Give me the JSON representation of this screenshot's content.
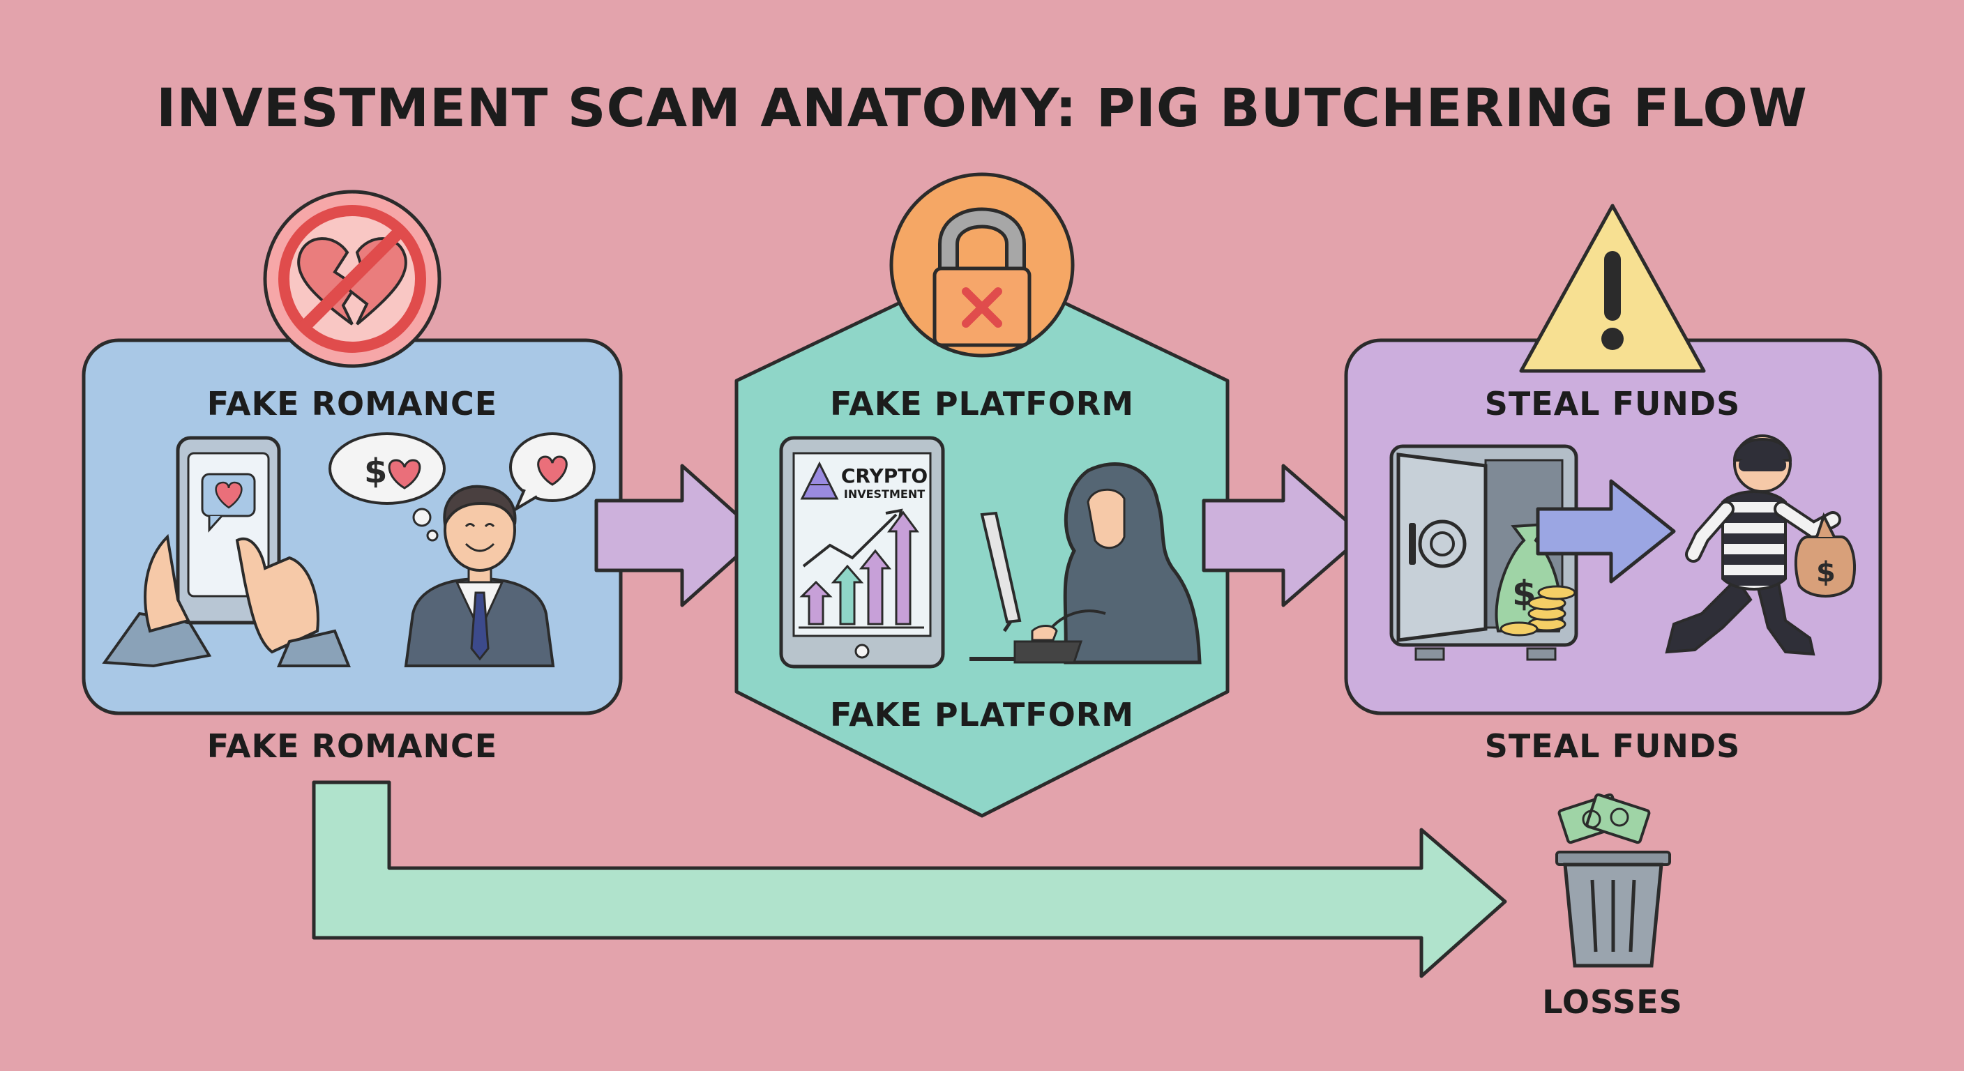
{
  "title": "INVESTMENT SCAM ANATOMY: PIG BUTCHERING FLOW",
  "stages": [
    {
      "id": "fake-romance",
      "header": "FAKE ROMANCE",
      "caption": "FAKE ROMANCE",
      "icon": "broken-heart-prohibited-icon",
      "color": "#a9c8e6"
    },
    {
      "id": "fake-platform",
      "header": "FAKE PLATFORM",
      "caption": "FAKE PLATFORM",
      "icon": "padlock-x-icon",
      "color": "#8fd6c8",
      "screen": {
        "line1": "CRYPTO",
        "line2": "INVESTMENT"
      }
    },
    {
      "id": "steal-funds",
      "header": "STEAL FUNDS",
      "caption": "STEAL FUNDS",
      "icon": "warning-triangle-icon",
      "color": "#ccaedd"
    }
  ],
  "losses_label": "LOSSES",
  "colors": {
    "background": "#e3a3ac",
    "stage_arrow": "#cdb1dc",
    "bypass_arrow": "#b0e3cc",
    "outline": "#2b2b2b"
  }
}
